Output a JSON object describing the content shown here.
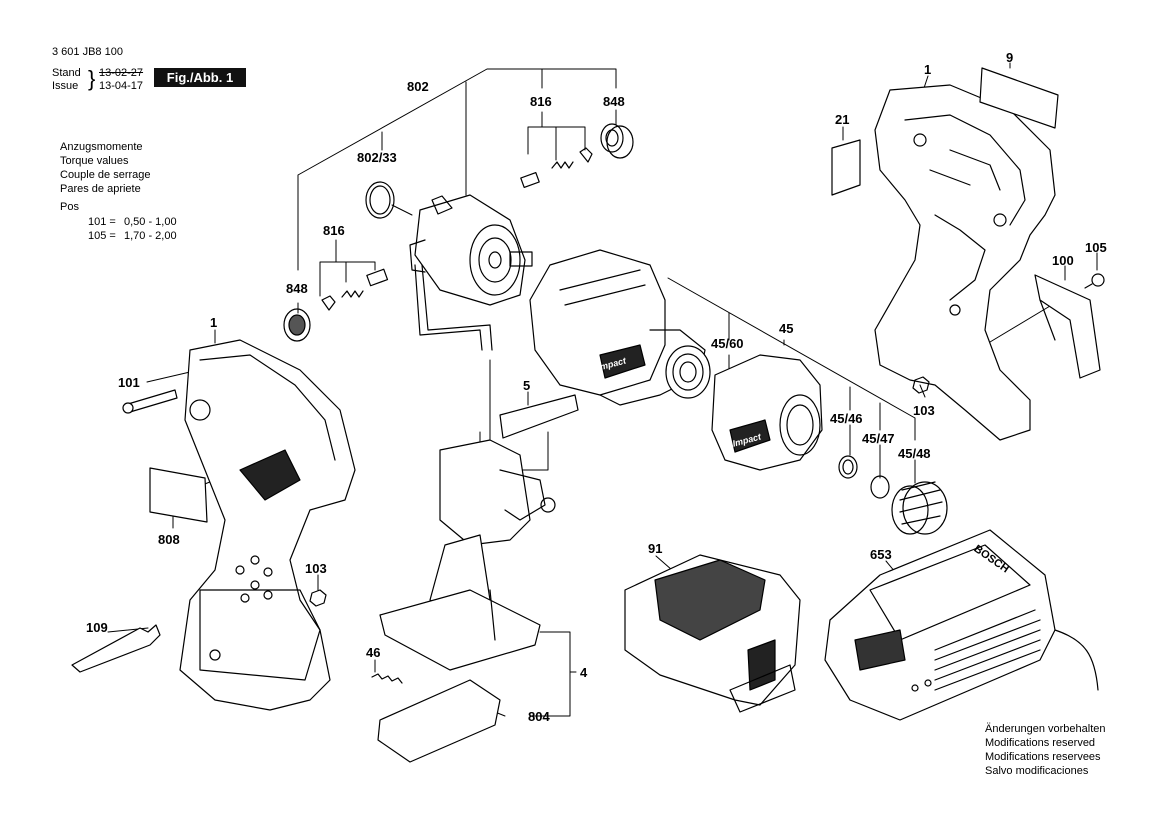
{
  "header": {
    "part_number": "3 601 JB8 100",
    "stand_label": "Stand",
    "issue_label": "Issue",
    "stand_date": "13-02-27",
    "issue_date": "13-04-17",
    "figure": "Fig./Abb. 1"
  },
  "torque": {
    "lines": [
      "Anzugsmomente",
      "Torque values",
      "Couple de serrage",
      "Pares de apriete"
    ],
    "pos_label": "Pos",
    "rows": [
      {
        "pos": "101 =",
        "value": "0,50 - 1,00"
      },
      {
        "pos": "105 =",
        "value": "1,70 - 2,00"
      }
    ]
  },
  "notice": {
    "lines": [
      "Änderungen vorbehalten",
      "Modifications reserved",
      "Modifications reservees",
      "Salvo modificaciones"
    ]
  },
  "brand_marks": [
    "Impact",
    "Impact",
    "BOSCH"
  ],
  "callouts": [
    {
      "id": "802",
      "label": "802"
    },
    {
      "id": "816a",
      "label": "816"
    },
    {
      "id": "848a",
      "label": "848"
    },
    {
      "id": "802-33",
      "label": "802/33"
    },
    {
      "id": "816b",
      "label": "816"
    },
    {
      "id": "848b",
      "label": "848"
    },
    {
      "id": "1a",
      "label": "1"
    },
    {
      "id": "9",
      "label": "9"
    },
    {
      "id": "21",
      "label": "21"
    },
    {
      "id": "105",
      "label": "105"
    },
    {
      "id": "100",
      "label": "100"
    },
    {
      "id": "45",
      "label": "45"
    },
    {
      "id": "45-60",
      "label": "45/60"
    },
    {
      "id": "45-46",
      "label": "45/46"
    },
    {
      "id": "45-47",
      "label": "45/47"
    },
    {
      "id": "45-48",
      "label": "45/48"
    },
    {
      "id": "103a",
      "label": "103"
    },
    {
      "id": "1b",
      "label": "1"
    },
    {
      "id": "101",
      "label": "101"
    },
    {
      "id": "5",
      "label": "5"
    },
    {
      "id": "808",
      "label": "808"
    },
    {
      "id": "103b",
      "label": "103"
    },
    {
      "id": "109",
      "label": "109"
    },
    {
      "id": "91",
      "label": "91"
    },
    {
      "id": "653",
      "label": "653"
    },
    {
      "id": "46",
      "label": "46"
    },
    {
      "id": "4",
      "label": "4"
    },
    {
      "id": "804",
      "label": "804"
    }
  ]
}
